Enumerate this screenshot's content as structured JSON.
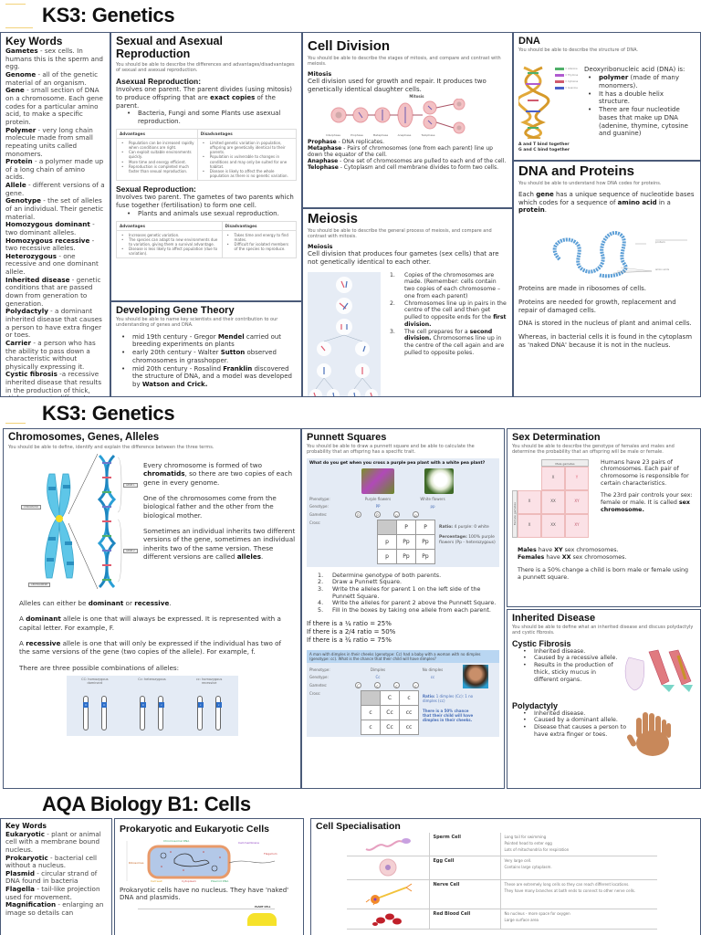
{
  "page1": {
    "title": "KS3: Genetics",
    "key_words": {
      "title": "Key Words",
      "items": [
        {
          "term": "Gametes",
          "def": " - sex cells. In humans this is the sperm and egg."
        },
        {
          "term": "Genome",
          "def": " - all of the genetic material of an organism."
        },
        {
          "term": "Gene",
          "def": " - small section of DNA on a chromosome. Each gene codes for a particular amino acid, to make a specific protein."
        },
        {
          "term": "Polymer",
          "def": " - very long chain molecule made from small repeating units called monomers."
        },
        {
          "term": "Protein",
          "def": " - a polymer made up of a long chain of amino acids."
        },
        {
          "term": "Allele",
          "def": " - different versions of a gene."
        },
        {
          "term": "Genotype",
          "def": " - the set of alleles of an individual. Their genetic material."
        },
        {
          "term": "Homozygous dominant",
          "def": " - two dominant alleles."
        },
        {
          "term": "Homozygous recessive",
          "def": " - two recessive alleles."
        },
        {
          "term": "Heterozygous",
          "def": " - one recessive and one dominant allele."
        },
        {
          "term": "Inherited disease",
          "def": " - genetic conditions that are passed down from generation to generation."
        },
        {
          "term": "Polydactyly",
          "def": " - a dominant inherited disease that causes a person to have extra finger or toes."
        },
        {
          "term": "Carrier",
          "def": " - a person who has the ability to pass down a characteristic without physically expressing it."
        },
        {
          "term": "Cystic fibrosis",
          "def": " -a recessive inherited disease that results in the production of thick, sticky mucus in different organs."
        }
      ]
    },
    "reproduction": {
      "title": "Sexual and Asexual Reproduction",
      "subtitle": "You should be able to describe the differences and advantages/disadvantages of sexual and asexual reproduction.",
      "asexual": {
        "heading": "Asexual Reproduction:",
        "text_a": "Involves one parent. The parent divides (using mitosis) to produce offspring that are ",
        "text_b": "exact copies",
        "text_c": " of the parent.",
        "bullet": "Bacteria, Fungi and some Plants use asexual reproduction.",
        "adv_header": "Advantages",
        "dis_header": "Disadvantages",
        "advantages": [
          "Population can be increased rapidly when conditions are right.",
          "Can exploit suitable environments quickly.",
          "More time and energy efficient.",
          "Reproduction is completed much faster than sexual reproduction."
        ],
        "disadvantages": [
          "Limited genetic variation in population, offspring are genetically identical to their parents.",
          "Population is vulnerable to changes in conditions and may only be suited for one habitat.",
          "Disease is likely to affect the whole population as there is no genetic variation."
        ]
      },
      "sexual": {
        "heading": "Sexual Reproduction:",
        "text": "Involves two parent. The gametes of two parents which fuse together (fertilisation) to form one cell.",
        "bullet": "Plants and animals use sexual reproduction.",
        "adv_header": "Advantages",
        "dis_header": "Disadvantages",
        "advantages": [
          "Increases genetic variation.",
          "The species can adapt to new environments due to variation, giving them a survival advantage.",
          "Disease is less likely to affect population (due to variation)."
        ],
        "disadvantages": [
          "Takes time and energy to find mates.",
          "Difficult for isolated members of the species to reproduce."
        ]
      }
    },
    "gene_theory": {
      "title": "Developing Gene Theory",
      "subtitle": "You should be able to name key scientists and their contribution to our understanding of genes and DNA.",
      "items": [
        {
          "a": "mid 19th century - Gregor ",
          "b": "Mendel",
          "c": " carried out breeding experiments on plants"
        },
        {
          "a": "early 20th century - Walter ",
          "b": "Sutton",
          "c": " observed chromosomes in grasshopper."
        },
        {
          "a": "mid 20th century - Rosalind ",
          "b": "Franklin",
          "c": " discovered the structure of DNA, and a model was developed by ",
          "d": "Watson and Crick."
        }
      ]
    },
    "cell_division": {
      "title": "Cell Division",
      "subtitle": "You should be able to describe the stages of mitosis, and compare and contrast with meiosis.",
      "mitosis_heading": "Mitosis",
      "mitosis_text": "Cell division used for growth and repair. It produces two genetically identical daughter cells.",
      "diagram_title": "Mitosis",
      "stage_labels": [
        "Interphase",
        "Prophase",
        "Metaphase",
        "Anaphase",
        "Telophase"
      ],
      "phases": [
        {
          "term": "Prophase",
          "def": " - DNA replicates."
        },
        {
          "term": "Metaphase",
          "def": " - Pairs of chromosomes (one from each parent) line up down the equator of the cell."
        },
        {
          "term": "Anaphase",
          "def": " - One set of chromosomes are pulled to each end of the cell."
        },
        {
          "term": "Telophase",
          "def": " - Cytoplasm and cell membrane divides to form two cells."
        }
      ]
    },
    "meiosis": {
      "title": "Meiosis",
      "subtitle": "You should be able to describe the general process of meiosis, and compare and contrast with mitosis.",
      "heading": "Meiosis",
      "text": "Cell division that produces four gametes (sex cells) that are not genetically identical to each other.",
      "steps": [
        {
          "n": "1.",
          "a": "Copies of the chromosomes are made. (Remember: cells contain two copies of each chromosome – one from each parent)"
        },
        {
          "n": "2.",
          "a": "Chromosomes line up in pairs in the centre of the cell and then get pulled to opposite ends for the ",
          "b": "first division."
        },
        {
          "n": "3.",
          "a": "The cell prepares for a ",
          "b": "second division.",
          "c": " Chromosomes line up in the centre of the cell again and are pulled to opposite poles."
        }
      ]
    },
    "dna": {
      "title": "DNA",
      "subtitle": "You should be able to describe the structure of DNA.",
      "legend": [
        "= Adenine",
        "= Thymine",
        "= Cytosine",
        "= Guanine"
      ],
      "legend_colors": [
        "#4fb06a",
        "#b05bd0",
        "#d05a6e",
        "#4a5fc8"
      ],
      "caption_1": "A and T bind together",
      "caption_2": "G and C bind together",
      "intro": "Deoxyribonucleic acid (DNA) is:",
      "bullets": [
        {
          "b": "polymer",
          "a": " (made of many monomers)."
        },
        {
          "a": "It has a double helix structure."
        },
        {
          "a": "There are four nucleotide bases that make up DNA (adenine, thymine, cytosine and guanine)"
        }
      ]
    },
    "dna_proteins": {
      "title": "DNA and Proteins",
      "subtitle": "You should be able to understand how DNA codes for proteins.",
      "p1_a": "Each ",
      "p1_b": "gene",
      "p1_c": " has a unique sequence of nucleotide bases which codes for a sequence of ",
      "p1_d": "amino acid",
      "p1_e": " in a ",
      "p1_f": "protein",
      "p1_g": ".",
      "diagram_label_1": "protein",
      "diagram_label_2": "amino acids",
      "p2": "Proteins are made in ribosomes of cells.",
      "p3": "Proteins are needed for growth, replacement and repair of damaged cells.",
      "p4": "DNA is stored in the nucleus of plant and animal cells.",
      "p5": "Whereas, in bacterial cells it is found in the cytoplasm as 'naked DNA' because it is not in the nucleus."
    }
  },
  "page2": {
    "title": "KS3: Genetics",
    "chromosomes": {
      "title": "Chromosomes, Genes, Alleles",
      "subtitle": "You should be able to define, identify and explain the difference between the three terms.",
      "labels": [
        "CHROMATID",
        "CENTROMERE",
        "GENE 1",
        "GENE 2",
        "DNA"
      ],
      "p1_a": "Every chromosome is formed of two ",
      "p1_b": "chromatids",
      "p1_c": ", so there are two copies of each gene in every genome.",
      "p2": "One of the chromosomes come from the biological father and the other from the biological mother.",
      "p3_a": "Sometimes an individual inherits two different versions of the gene, sometimes an individual inherits two of the same version. These different versions are called ",
      "p3_b": "alleles",
      "p3_c": ".",
      "p4_a": "Alleles can either be ",
      "p4_b": "dominant",
      "p4_c": " or ",
      "p4_d": "recessive",
      "p4_e": ".",
      "p5_a": "A ",
      "p5_b": "dominant",
      "p5_c": " allele is one that will always be expressed. It is represented with a capital letter. For example, F.",
      "p6_a": "A ",
      "p6_b": "recessive",
      "p6_c": " allele is one that will only be expressed if the individual has two of the same versions of the gene (two copies of the allele). For example, f.",
      "p7": "There are three possible combinations of alleles:",
      "combos": [
        {
          "label": "CC: homozygous dominant",
          "a": "C",
          "b": "C"
        },
        {
          "label": "Cc: heterozygous",
          "a": "C",
          "b": "c"
        },
        {
          "label": "cc: homozygous recessive",
          "a": "c",
          "b": "c"
        }
      ]
    },
    "punnett": {
      "title": "Punnett Squares",
      "subtitle": "You should be able to draw a punnett square and be able to calculate the probability that an offspring has a specific trait.",
      "question": "What do you get when you cross a purple pea plant with a white pea plant?",
      "row_labels": [
        "Phenotype:",
        "Genotype:",
        "Gametes:",
        "Cross:"
      ],
      "phenotype": [
        "Purple flowers",
        "White flowers"
      ],
      "genotype": [
        "PP",
        "pp"
      ],
      "gametes": [
        "P",
        "P",
        "p",
        "p"
      ],
      "grid": [
        [
          "",
          "P",
          "P"
        ],
        [
          "p",
          "Pp",
          "Pp"
        ],
        [
          "p",
          "Pp",
          "Pp"
        ]
      ],
      "ratio_label": "Ratio:",
      "ratio_value": " 4 purple: 0 white",
      "percentage_label": "Percentage:",
      "percentage_value": " 100% purple flowers (Pp - heterozygous)",
      "steps": [
        "Determine genotype of both parents.",
        "Draw a Punnett Square.",
        "Write the alleles for parent 1 on the left side of the Punnett Square.",
        "Write the alleles for parent 2 above the Punnett Square.",
        "Fill in the boxes by taking one allele from each parent."
      ],
      "ratios": [
        "If there is a ¼ ratio = 25%",
        "If there is a 2/4 ratio = 50%",
        "If there is a ¾ ratio = 75%"
      ],
      "example": {
        "question": "A man with dimples in their cheeks (genotype: Cc) had a baby with a woman with no dimples (genotype: cc). What is the chance that their child will have dimples?",
        "row_labels": [
          "Phenotype:",
          "Genotype:",
          "Gametes:",
          "Cross:"
        ],
        "phenotype": [
          "Dimples",
          "No dimples"
        ],
        "genotype": [
          "Cc",
          "cc"
        ],
        "gametes": [
          "C",
          "c",
          "c",
          "c"
        ],
        "grid": [
          [
            "",
            "C",
            "c"
          ],
          [
            "c",
            "Cc",
            "cc"
          ],
          [
            "c",
            "Cc",
            "cc"
          ]
        ],
        "ratio_label": "Ratio:",
        "ratio_value": " 1 dimples (Cc): 1 no dimples (cc)",
        "conclusion": "There is a 50% chance that their child will have dimples in their cheeks."
      }
    },
    "sex_determination": {
      "title": "Sex Determination",
      "subtitle": "You should be able to describe the genotype of females and males and determine the probability that an offspring will be male or female.",
      "male_gametes_label": "Male gametes",
      "female_gametes_label": "Female gametes",
      "male": [
        "X",
        "Y"
      ],
      "female": [
        "X",
        "X"
      ],
      "grid": [
        [
          "XX",
          "XY"
        ],
        [
          "XX",
          "XY"
        ]
      ],
      "p1": "Humans have 23 pairs of chromosomes. Each pair of chromosome is responsible for certain characteristics.",
      "p2_a": "The 23rd pair controls your sex: female or male. It is called ",
      "p2_b": "sex chromosome.",
      "p3_a": "Males",
      "p3_b": " have ",
      "p3_c": "XY",
      "p3_d": " sex chromosomes.",
      "p4_a": "Females",
      "p4_b": " have ",
      "p4_c": "XX",
      "p4_d": " sex chromosomes.",
      "p5": "There is a 50% change a child is born male or female using a punnett square."
    },
    "inherited_disease": {
      "title": "Inherited Disease",
      "subtitle": "You should be able to define what an inherited disease and discuss polydactyly and cystic fibrosis.",
      "cf_heading": "Cystic Fibrosis",
      "cf_bullets": [
        "Inherited disease.",
        "Caused  by a recessive allele.",
        "Results in the production of thick, sticky mucus in different organs."
      ],
      "poly_heading": "Polydactyly",
      "poly_bullets": [
        "Inherited disease.",
        "Caused  by a dominant allele.",
        "Disease that causes a person to have extra finger or toes."
      ]
    }
  },
  "page3": {
    "title": "AQA Biology B1: Cells",
    "key_words": {
      "title": "Key Words",
      "items": [
        {
          "term": "Eukaryotic",
          "def": " - plant or animal cell with a membrane bound nucleus."
        },
        {
          "term": "Prokaryotic",
          "def": " - bacterial cell without a nucleus."
        },
        {
          "term": "Plasmid",
          "def": " - circular strand of DNA found in bacteria"
        },
        {
          "term": "Flagella",
          "def": " - tail-like projection used for movement."
        },
        {
          "term": "Magnification",
          "def": " - enlarging an image so details can"
        }
      ]
    },
    "pro_eu": {
      "title": "Prokaryotic and Eukaryotic Cells",
      "labels": [
        "Chromosomal DNA",
        "Cell membrane",
        "Flagellum",
        "Ribosomes",
        "Cell wall",
        "Cytoplasm",
        "Plasmid DNA"
      ],
      "text": "Prokaryotic cells have no nucleus. They have 'naked' DNA and plasmids.",
      "plant_label": "PLANT CELL"
    },
    "specialisation": {
      "title": "Cell Specialisation",
      "rows": [
        {
          "name": "Sperm Cell",
          "desc": [
            "Long tail for swimming",
            "Pointed head to enter egg",
            "Lots of mitochondria for respiration"
          ]
        },
        {
          "name": "Egg Cell",
          "desc": [
            "Very large cell.",
            "Contains large cytoplasm."
          ]
        },
        {
          "name": "Nerve Cell",
          "desc": [
            "These are extremely long cells so they can reach different locations.",
            "They have many branches at both ends to connect to other nerve cells."
          ]
        },
        {
          "name": "Red Blood Cell",
          "desc": [
            "No nucleus - more space for oxygen",
            "Large surface area"
          ]
        }
      ]
    }
  }
}
